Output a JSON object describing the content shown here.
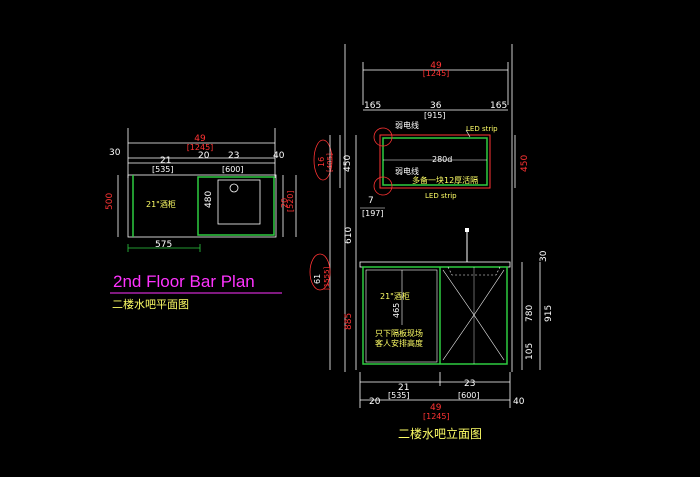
{
  "plan": {
    "title": "2nd Floor Bar Plan",
    "subtitle": "二楼水吧平面图",
    "dim_total_imperial": "49",
    "dim_total_metric": "[1245]",
    "dim_30": "30",
    "dim_21": "21",
    "dim_21_metric": "[535]",
    "dim_20": "20",
    "dim_23": "23",
    "dim_23_metric": "[600]",
    "dim_40": "40",
    "dim_500": "500",
    "dim_480": "480",
    "dim_20_right": "20",
    "dim_right_metric": "[520]",
    "dim_575": "575",
    "cabinet_label": "21\"酒柜"
  },
  "elevation": {
    "title": "二楼水吧立面图",
    "dim_top_imperial": "49",
    "dim_top_metric": "[1245]",
    "dim_165_left": "165",
    "dim_36": "36",
    "dim_36_metric": "[915]",
    "dim_165_right": "165",
    "label_wire_top": "弱电线",
    "label_led_top": "LED strip",
    "label_280": "280d",
    "label_wire_bottom": "弱电线",
    "label_shelf": "多备一块12厚活隔",
    "label_led_bottom": "LED strip",
    "dim_16": "16",
    "dim_16_metric": "[405]",
    "dim_450_left": "450",
    "dim_450_right": "450",
    "dim_7": "7",
    "dim_7_metric": "[197]",
    "dim_610": "610",
    "dim_61": "61",
    "dim_61_metric": "[1555]",
    "dim_885": "885",
    "dim_465": "465",
    "dim_30_right": "30",
    "dim_780": "780",
    "dim_915": "915",
    "dim_105": "105",
    "cabinet_label": "21\"酒柜",
    "note_line1": "只下隔板现场",
    "note_line2": "客人安排高度",
    "dim_bottom_21": "21",
    "dim_bottom_21_metric": "[535]",
    "dim_bottom_23": "23",
    "dim_bottom_23_metric": "[600]",
    "dim_bottom_20": "20",
    "dim_bottom_40": "40",
    "dim_bottom_total": "49",
    "dim_bottom_total_metric": "[1245]"
  },
  "colors": {
    "background": "#000000",
    "line_white": "#ffffff",
    "cabinet_green": "#2ecc40",
    "dim_red": "#ff3333",
    "text_yellow": "#ffff66",
    "title_magenta": "#ff33ff",
    "glass_red": "#ff3333"
  }
}
